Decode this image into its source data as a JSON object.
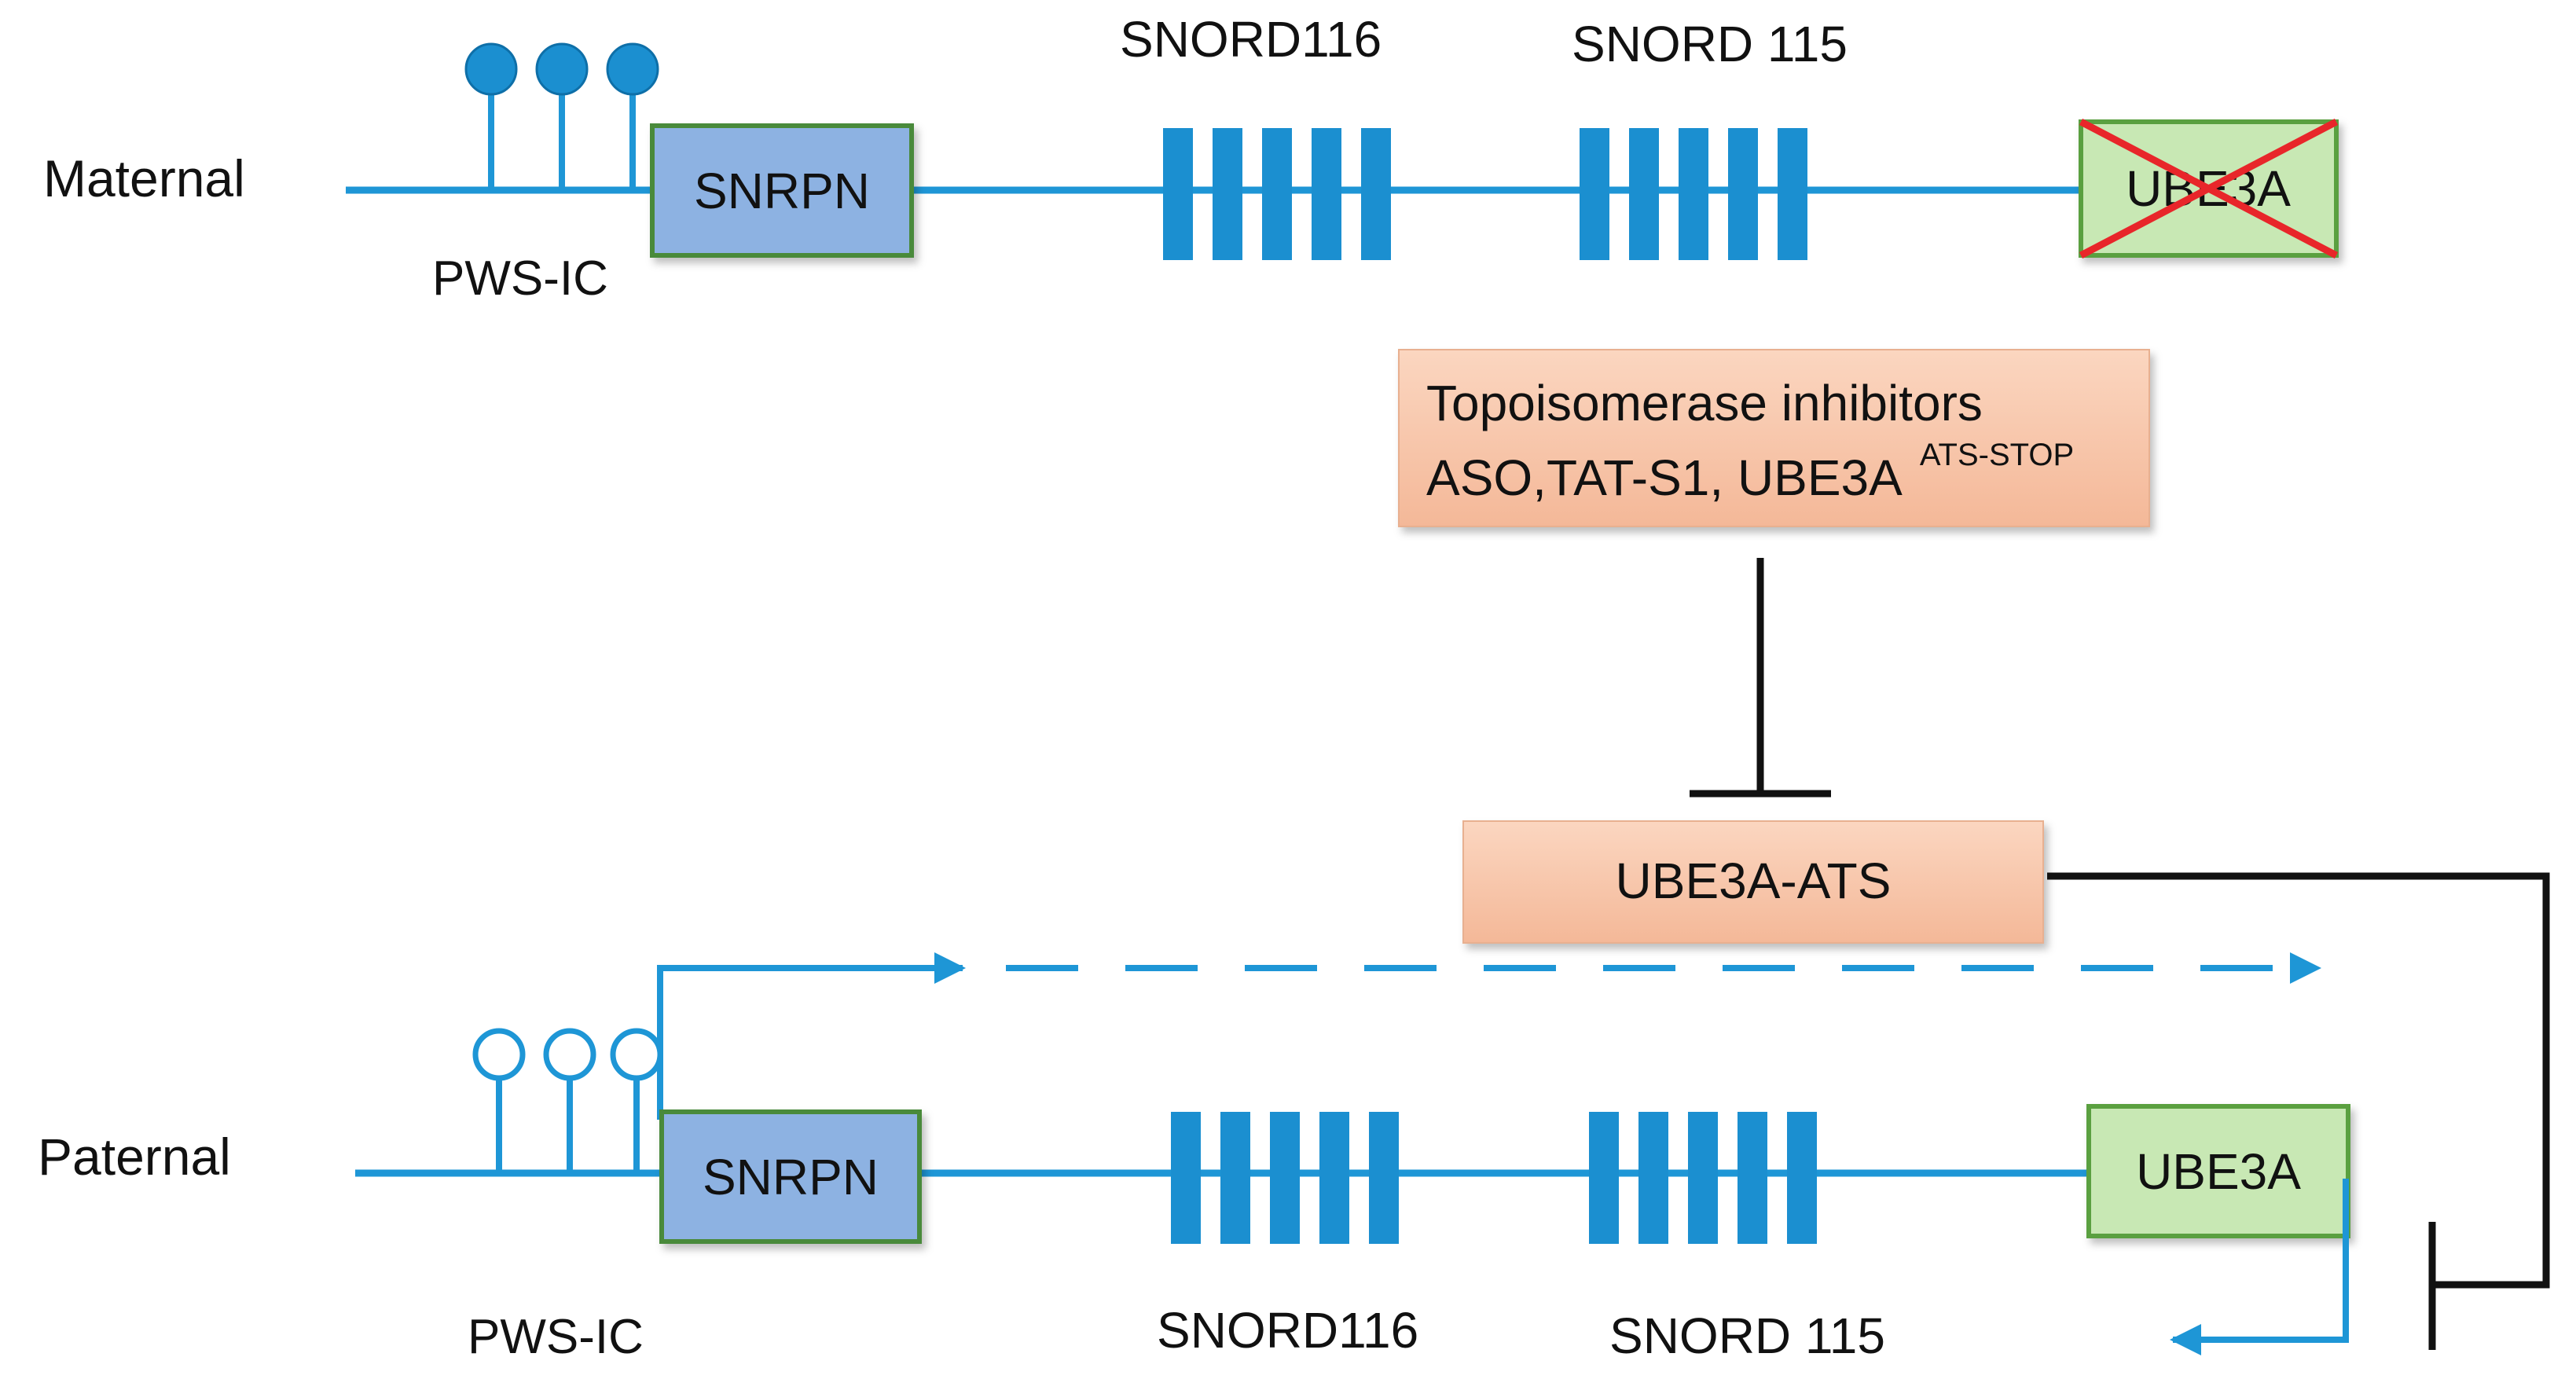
{
  "maternal": {
    "label": "Maternal",
    "pws_ic_label": "PWS-IC",
    "snrpn_label": "SNRPN",
    "snord116_label": "SNORD116",
    "snord115_label": "SNORD 115",
    "ube3a_label": "UBE3A",
    "ube3a_state": "silenced (crossed out)",
    "methylation": "methylated"
  },
  "inhibitors_box": {
    "line1": "Topoisomerase inhibitors",
    "line2": "ASO,TAT-S1, UBE3A",
    "superscript": "ATS-STOP"
  },
  "ube3a_ats_box": {
    "label": "UBE3A-ATS"
  },
  "paternal": {
    "label": "Paternal",
    "pws_ic_label": "PWS-IC",
    "snrpn_label": "SNRPN",
    "snord116_label": "SNORD116",
    "snord115_label": "SNORD 115",
    "ube3a_label": "UBE3A",
    "methylation": "unmethylated"
  },
  "colors": {
    "line_blue": "#1e96d6",
    "exon_blue": "#1b8fd0",
    "snrpn_fill": "#8db2e2",
    "snrpn_border": "#4a8a3a",
    "ube3a_fill": "#c8e8b4",
    "ube3a_border": "#5aa040",
    "orange_box": "#f8c8ac",
    "cross_red": "#e8262a",
    "inhibit_black": "#111111"
  }
}
